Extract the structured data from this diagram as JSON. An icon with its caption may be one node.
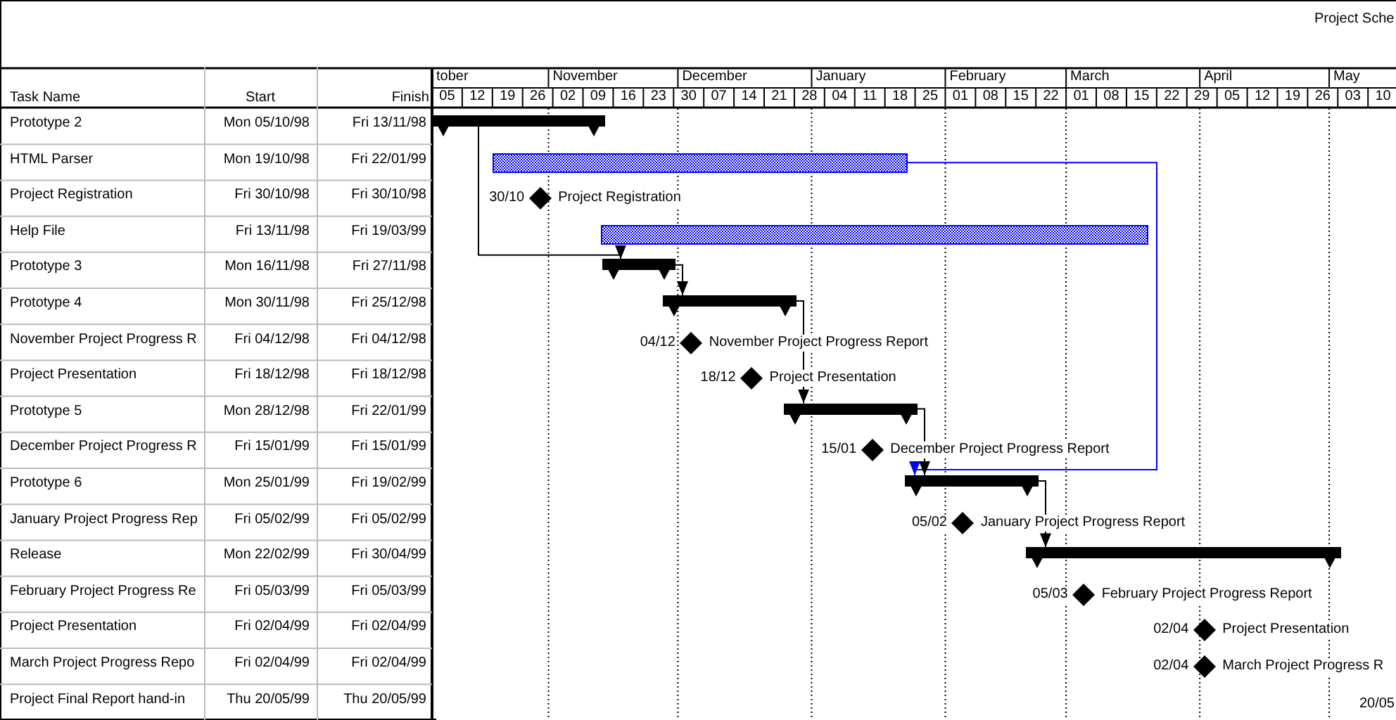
{
  "diagram": {
    "nodes": [
      {
        "text": [],
        "shape": "bar"
      },
      {
        "text": [],
        "shape": "bar"
      },
      {
        "text": [],
        "shape": "diamond",
        "beside": [
          "30/10",
          "Project Registration"
        ]
      },
      {
        "text": [],
        "shape": "bar"
      },
      {
        "text": [],
        "shape": "bar"
      },
      {
        "text": [],
        "shape": "bar"
      },
      {
        "text": [],
        "shape": "diamond",
        "beside": [
          "04/12",
          "November Project Progress Report"
        ]
      },
      {
        "text": [],
        "shape": "diamond",
        "beside": [
          "18/12",
          "Project Presentation"
        ]
      },
      {
        "text": [],
        "shape": "bar"
      },
      {
        "text": [],
        "shape": "diamond",
        "beside": [
          "15/01",
          "December Project Progress Report"
        ]
      },
      {
        "text": [],
        "shape": "bar"
      },
      {
        "text": [],
        "shape": "diamond",
        "beside": [
          "05/02",
          "January Project Progress Report"
        ]
      },
      {
        "text": [],
        "shape": "bar"
      },
      {
        "text": [],
        "shape": "diamond",
        "beside": [
          "05/03",
          "February Project Progress Report"
        ]
      },
      {
        "text": [],
        "shape": "diamond",
        "beside": [
          "02/04",
          "Project Presentation"
        ]
      },
      {
        "text": [],
        "shape": "diamond",
        "beside": [
          "02/04",
          "March Project Progress R"
        ]
      }
    ],
    "edges": [
      {
        "from": 0,
        "to": 4,
        "arrow": "to"
      },
      {
        "from": 1,
        "to": 10,
        "arrow": "to",
        "color": "#0000ff"
      },
      {
        "from": 4,
        "to": 5,
        "arrow": "to"
      },
      {
        "from": 5,
        "to": 8,
        "arrow": "to"
      },
      {
        "from": 8,
        "to": 10,
        "arrow": "to"
      },
      {
        "from": 10,
        "to": 12,
        "arrow": "to"
      }
    ],
    "labels": [
      "Project Sche",
      "Task Name",
      "Start",
      "Finish",
      "tober",
      "November",
      "December",
      "January",
      "February",
      "March",
      "April",
      "May",
      "05",
      "12",
      "19",
      "26",
      "02",
      "09",
      "16",
      "23",
      "30",
      "07",
      "14",
      "21",
      "28",
      "04",
      "11",
      "18",
      "25",
      "01",
      "08",
      "15",
      "22",
      "01",
      "08",
      "15",
      "22",
      "29",
      "05",
      "12",
      "19",
      "26",
      "03",
      "10",
      "Prototype 2",
      "Mon 05/10/98",
      "Fri 13/11/98",
      "HTML Parser",
      "Mon 19/10/98",
      "Fri 22/01/99",
      "Project Registration",
      "Fri 30/10/98",
      "Fri 30/10/98",
      "Help File",
      "Fri 13/11/98",
      "Fri 19/03/99",
      "Prototype 3",
      "Mon 16/11/98",
      "Fri 27/11/98",
      "Prototype 4",
      "Mon 30/11/98",
      "Fri 25/12/98",
      "November Project Progress R",
      "Fri 04/12/98",
      "Fri 04/12/98",
      "Project Presentation",
      "Fri 18/12/98",
      "Fri 18/12/98",
      "Prototype 5",
      "Mon 28/12/98",
      "Fri 22/01/99",
      "December Project Progress R",
      "Fri 15/01/99",
      "Fri 15/01/99",
      "Prototype 6",
      "Mon 25/01/99",
      "Fri 19/02/99",
      "January Project Progress Rep",
      "Fri 05/02/99",
      "Fri 05/02/99",
      "Release",
      "Mon 22/02/99",
      "Fri 30/04/99",
      "February Project Progress Re",
      "Fri 05/03/99",
      "Fri 05/03/99",
      "Project Presentation",
      "Fri 02/04/99",
      "Fri 02/04/99",
      "March Project Progress Repo",
      "Fri 02/04/99",
      "Fri 02/04/99",
      "Project Final Report hand-in",
      "Thu 20/05/99",
      "Thu 20/05/99",
      "20/05"
    ]
  }
}
